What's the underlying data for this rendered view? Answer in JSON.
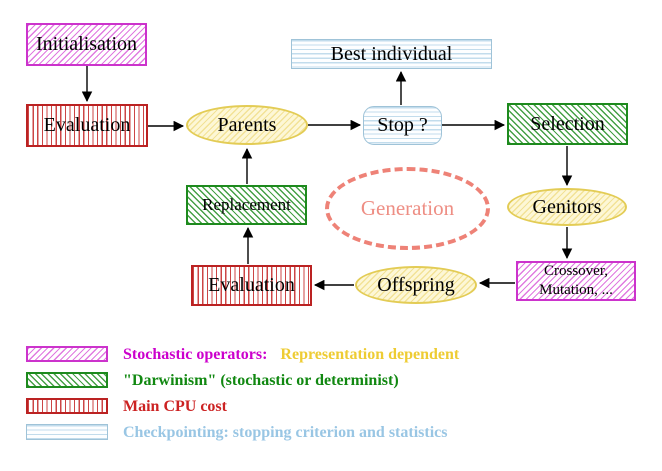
{
  "diagram": {
    "nodes": {
      "initialisation": {
        "label": "Initialisation"
      },
      "evaluation_top": {
        "label": "Evaluation"
      },
      "parents": {
        "label": "Parents"
      },
      "best_individual": {
        "label": "Best individual"
      },
      "stop": {
        "label": "Stop ?"
      },
      "selection": {
        "label": "Selection"
      },
      "genitors": {
        "label": "Genitors"
      },
      "crossover_mutation": {
        "line1": "Crossover,",
        "line2": "Mutation, ..."
      },
      "offspring": {
        "label": "Offspring"
      },
      "evaluation_bottom": {
        "label": "Evaluation"
      },
      "replacement": {
        "label": "Replacement"
      },
      "generation": {
        "label": "Generation"
      }
    },
    "legend": [
      {
        "name": "stochastic-operators",
        "label": "Stochastic operators:",
        "label2": "Representation dependent"
      },
      {
        "name": "darwinism",
        "label": "\"Darwinism\" (stochastic or determinist)"
      },
      {
        "name": "main-cpu-cost",
        "label": "Main CPU cost"
      },
      {
        "name": "checkpointing",
        "label": "Checkpointing: stopping criterion and statistics"
      }
    ],
    "colors": {
      "stochastic_border": "#cc33cc",
      "darwinism_border": "#1d8a1d",
      "cpu_border": "#bb2222",
      "checkpoint_border": "#9fc3d8",
      "population_border": "#e3cc55",
      "generation_dash": "#ee8277",
      "legend_stochastic_text": "#cc00cc",
      "legend_representation_text": "#eecc33",
      "legend_darwinism_text": "#118811",
      "legend_cpu_text": "#cc2222",
      "legend_checkpoint_text": "#99c6e4",
      "arrow": "#000000"
    }
  }
}
